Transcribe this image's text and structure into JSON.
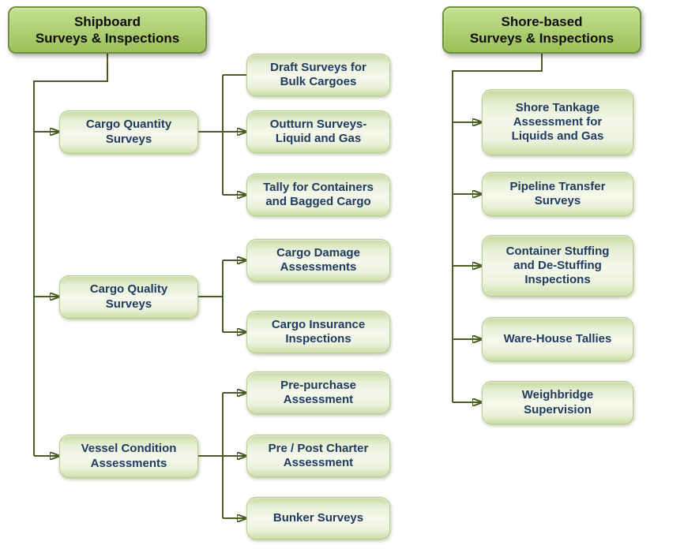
{
  "colors": {
    "header_fill_top": "#c6df93",
    "header_fill_bottom": "#9cc05b",
    "header_border": "#6e8f3a",
    "header_text": "#0d0d0d",
    "node_fill_top": "#c6d89e",
    "node_fill_mid": "#f5f8ec",
    "node_fill_bottom": "#cfdfa9",
    "node_border": "#b9cc92",
    "node_text": "#1f3a5f",
    "connector": "#4a5e23",
    "background": "#ffffff"
  },
  "trees": [
    {
      "title": "Shipboard\nSurveys & Inspections",
      "groups": [
        {
          "label": "Cargo Quantity\nSurveys",
          "children": [
            "Draft Surveys for\nBulk Cargoes",
            "Outturn Surveys-\nLiquid and Gas",
            "Tally for Containers\nand Bagged Cargo"
          ]
        },
        {
          "label": "Cargo Quality\nSurveys",
          "children": [
            "Cargo Damage\nAssessments",
            "Cargo Insurance\nInspections"
          ]
        },
        {
          "label": "Vessel Condition\nAssessments",
          "children": [
            "Pre-purchase\nAssessment",
            "Pre / Post Charter\nAssessment",
            "Bunker Surveys"
          ]
        }
      ]
    },
    {
      "title": "Shore-based\nSurveys & Inspections",
      "children": [
        "Shore Tankage\nAssessment for\nLiquids and Gas",
        "Pipeline Transfer\nSurveys",
        "Container Stuffing\nand De-Stuffing\nInspections",
        "Ware-House Tallies",
        "Weighbridge\nSupervision"
      ]
    }
  ]
}
